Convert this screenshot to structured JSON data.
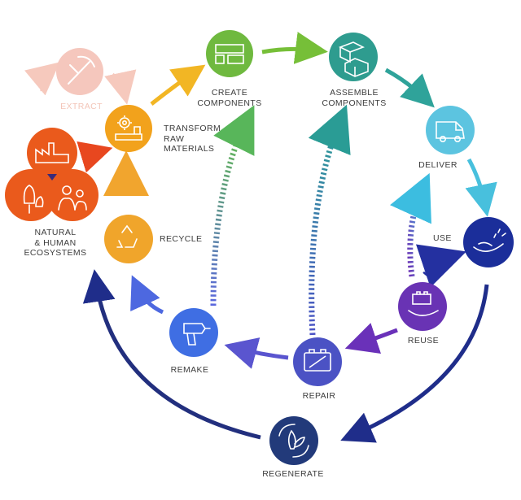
{
  "diagram": {
    "nodes": {
      "extract": {
        "label": "EXTRACT",
        "color": "#f5c7bd",
        "icon": "pickaxe-icon"
      },
      "transform": {
        "label": "TRANSFORM\nRAW\nMATERIALS",
        "color": "#f2a21c",
        "icon": "factory-gear-icon"
      },
      "create": {
        "label": "CREATE\nCOMPONENTS",
        "color": "#6fb93f",
        "icon": "components-icon"
      },
      "assemble": {
        "label": "ASSEMBLE\nCOMPONENTS",
        "color": "#2e9c8f",
        "icon": "blocks-icon"
      },
      "deliver": {
        "label": "DELIVER",
        "color": "#5cc4e0",
        "icon": "van-icon"
      },
      "use": {
        "label": "USE",
        "color": "#1b2e9a",
        "icon": "hand-icon"
      },
      "reuse": {
        "label": "REUSE",
        "color": "#6933b4",
        "icon": "hand-box-icon"
      },
      "repair": {
        "label": "REPAIR",
        "color": "#4b52c4",
        "icon": "battery-icon"
      },
      "remake": {
        "label": "REMAKE",
        "color": "#3f6ee3",
        "icon": "drill-icon"
      },
      "recycle": {
        "label": "RECYCLE",
        "color": "#f0a52b",
        "icon": "recycle-icon"
      },
      "ecosystems": {
        "label": "NATURAL\n& HUMAN\nECOSYSTEMS",
        "color": "#ea5a1c",
        "icon": "ecosystem-icon"
      },
      "regenerate": {
        "label": "REGENERATE",
        "color": "#223a7a",
        "icon": "regenerate-icon"
      }
    }
  }
}
